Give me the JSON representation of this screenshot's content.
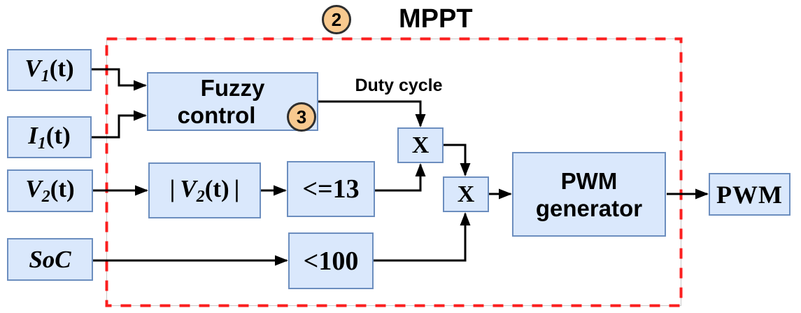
{
  "title": {
    "badge": "2",
    "label": "MPPT"
  },
  "colors": {
    "block_fill": "#dae8fc",
    "block_border": "#6c8ebf",
    "badge_fill": "#f8c98f",
    "badge_border": "#2e2e2e",
    "boundary": "#fb1f1f",
    "arrow": "#000000"
  },
  "labels": {
    "duty_cycle": "Duty cycle"
  },
  "blocks": {
    "v1": {
      "base": "V",
      "sub": "1",
      "suffix": "(t)"
    },
    "i1": {
      "base": "I",
      "sub": "1",
      "suffix": "(t)"
    },
    "v2": {
      "base": "V",
      "sub": "2",
      "suffix": "(t)"
    },
    "soc": {
      "label": "SoC"
    },
    "fuzzy": {
      "line1": "Fuzzy",
      "line2": "control",
      "badge": "3"
    },
    "abs_v2": {
      "open": "|",
      "base": "V",
      "sub": "2",
      "suffix": "(t)",
      "close": "|"
    },
    "le13": {
      "label": "<=13"
    },
    "lt100": {
      "label": "<100"
    },
    "mult1": {
      "label": "X"
    },
    "mult2": {
      "label": "X"
    },
    "pwm_gen": {
      "line1": "PWM",
      "line2": "generator"
    },
    "pwm_out": {
      "label": "PWM"
    }
  }
}
